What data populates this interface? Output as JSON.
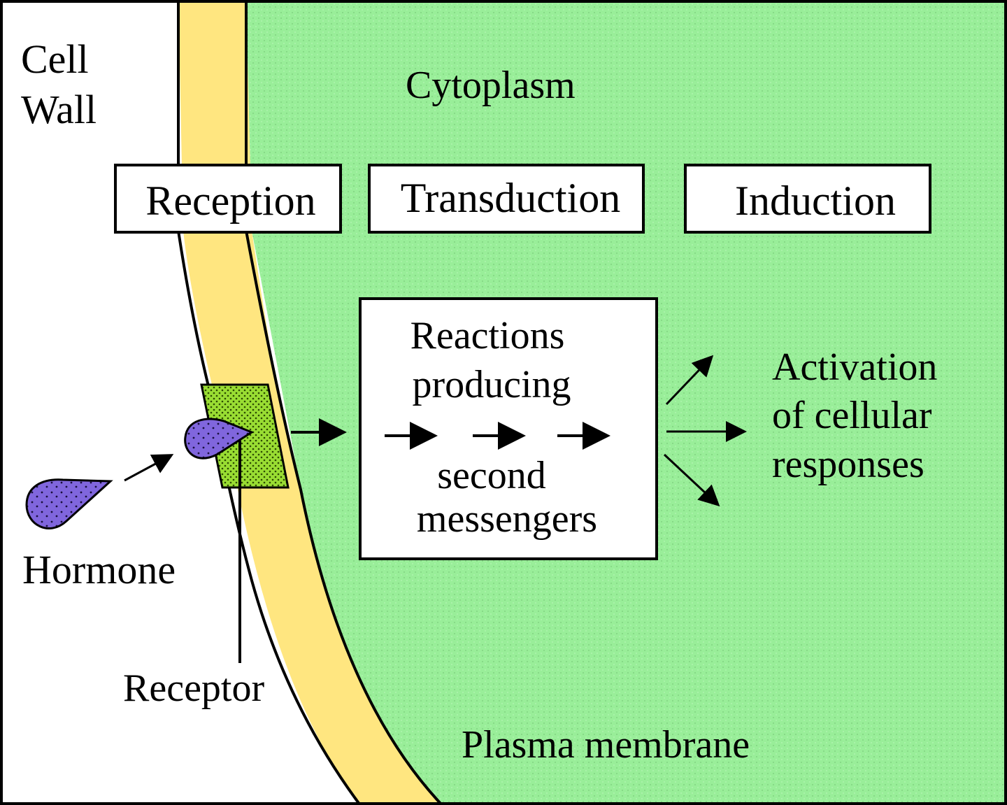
{
  "labels": {
    "cell_wall_line1": "Cell",
    "cell_wall_line2": "Wall",
    "cytoplasm": "Cytoplasm",
    "hormone": "Hormone",
    "receptor": "Receptor",
    "plasma_membrane": "Plasma membrane"
  },
  "stages": {
    "reception": "Reception",
    "transduction": "Transduction",
    "induction": "Induction"
  },
  "transduction_box": {
    "line1": "Reactions",
    "line2": "producing",
    "line3": "second",
    "line4": "messengers"
  },
  "response": {
    "line1": "Activation",
    "line2": "of cellular",
    "line3": "responses"
  },
  "colors": {
    "cytoplasm": "#99EE99",
    "cell_wall": "#FFE680",
    "receptor": "#99DD33",
    "hormone": "#8066DD",
    "outside": "#FFFFFF",
    "outline": "#000000"
  }
}
